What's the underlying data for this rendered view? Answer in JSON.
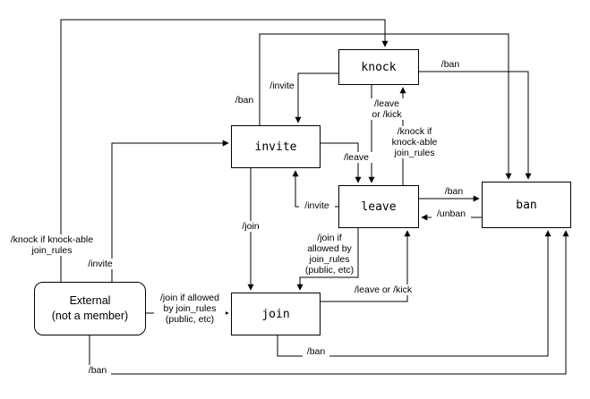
{
  "diagram": {
    "type": "state-diagram",
    "background_color": "#ffffff",
    "line_color": "#000000",
    "nodes": {
      "knock": {
        "label": "knock"
      },
      "invite": {
        "label": "invite"
      },
      "leave": {
        "label": "leave"
      },
      "ban": {
        "label": "ban"
      },
      "join": {
        "label": "join"
      },
      "external": {
        "label": "External\n(not a member)"
      }
    },
    "edges": {
      "external_to_knock": {
        "from": "External",
        "to": "knock",
        "label": "/knock if knock-able\njoin_rules"
      },
      "external_to_invite": {
        "from": "External",
        "to": "invite",
        "label": "/invite"
      },
      "external_to_join": {
        "from": "External",
        "to": "join",
        "label": "/join if allowed\nby join_rules\n(public, etc)"
      },
      "external_to_ban": {
        "from": "External",
        "to": "ban",
        "label": "/ban"
      },
      "invite_to_ban": {
        "from": "invite",
        "to": "ban",
        "label": "/ban"
      },
      "invite_to_leave": {
        "from": "invite",
        "to": "leave",
        "label": "/leave"
      },
      "invite_to_join": {
        "from": "invite",
        "to": "join",
        "label": "/join"
      },
      "knock_to_ban": {
        "from": "knock",
        "to": "ban",
        "label": "/ban"
      },
      "knock_to_invite": {
        "from": "knock",
        "to": "invite",
        "label": "/invite"
      },
      "knock_to_leave": {
        "from": "knock",
        "to": "leave",
        "label": "/leave\nor /kick"
      },
      "leave_to_knock": {
        "from": "leave",
        "to": "knock",
        "label": "/knock if\nknock-able\njoin_rules"
      },
      "leave_to_invite": {
        "from": "leave",
        "to": "invite",
        "label": "/invite"
      },
      "leave_to_ban": {
        "from": "leave",
        "to": "ban",
        "label": "/ban"
      },
      "leave_to_join": {
        "from": "leave",
        "to": "join",
        "label": "/join if\nallowed by\njoin_rules\n(public, etc)"
      },
      "ban_to_leave": {
        "from": "ban",
        "to": "leave",
        "label": "/unban"
      },
      "join_to_leave": {
        "from": "join",
        "to": "leave",
        "label": "/leave or /kick"
      },
      "join_to_ban": {
        "from": "join",
        "to": "ban",
        "label": "/ban"
      }
    }
  }
}
